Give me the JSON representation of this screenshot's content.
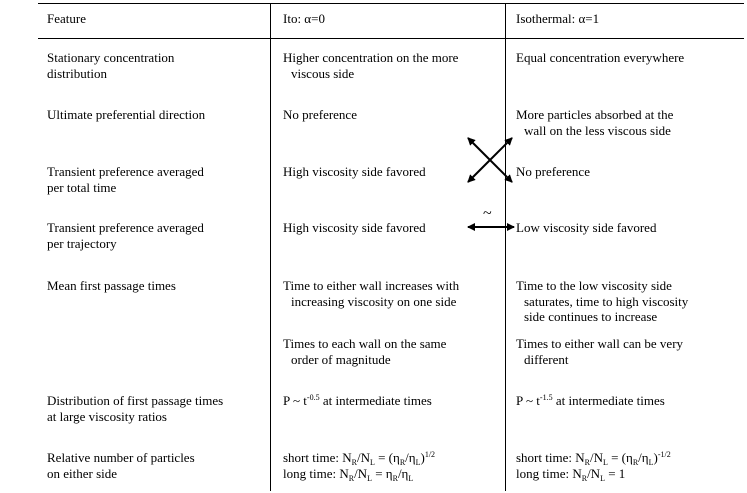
{
  "header": {
    "feature": "Feature",
    "ito": "Ito: α=0",
    "isothermal": "Isothermal: α=1"
  },
  "rows": [
    {
      "feature": [
        "Stationary concentration",
        "distribution"
      ],
      "ito": [
        "Higher concentration on the more",
        "viscous side"
      ],
      "iso": [
        "Equal concentration everywhere"
      ]
    },
    {
      "feature": [
        "Ultimate preferential direction"
      ],
      "ito": [
        "No preference"
      ],
      "iso": [
        "More particles absorbed at the",
        "wall on the less viscous side"
      ]
    },
    {
      "feature": [
        "Transient preference averaged",
        "per total time"
      ],
      "ito": [
        "High viscosity side favored"
      ],
      "iso": [
        "No preference"
      ]
    },
    {
      "feature": [
        "Transient preference averaged",
        "per trajectory"
      ],
      "ito": [
        "High viscosity side favored"
      ],
      "iso": [
        "Low viscosity side favored"
      ],
      "tilde": "~"
    },
    {
      "feature": [
        "Mean first passage times"
      ],
      "ito": [
        "Time to either wall increases with",
        "increasing viscosity on one side"
      ],
      "iso": [
        "Time to the low viscosity side",
        "saturates, time to high viscosity",
        "side continues to increase"
      ]
    },
    {
      "ito": [
        "Times to each wall on the same",
        "order of magnitude"
      ],
      "iso": [
        "Times to either wall can be very",
        "different"
      ]
    },
    {
      "feature": [
        "Distribution of first passage times",
        "at large viscosity ratios"
      ]
    },
    {
      "feature": [
        "Relative number of particles",
        "on either side"
      ]
    }
  ],
  "math": {
    "p": "P ~ t",
    "ito_exp": "-0.5",
    "iso_exp": "-1.5",
    "intermediate": " at intermediate times",
    "short_time": "short time: N",
    "long_time": "long time: N",
    "R": "R",
    "L": "L",
    "slash_N": "/N",
    "eq_paren_eta": " = (η",
    "slash_eta": "/η",
    "close_paren": ")",
    "half": "1/2",
    "neg_half": "-1/2",
    "eq_eta": " = η",
    "eq_one": " = 1"
  }
}
